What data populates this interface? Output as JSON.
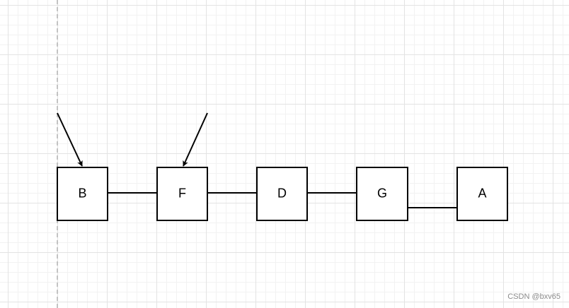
{
  "nodes": [
    {
      "id": "B",
      "label": "B"
    },
    {
      "id": "F",
      "label": "F"
    },
    {
      "id": "D",
      "label": "D"
    },
    {
      "id": "G",
      "label": "G"
    },
    {
      "id": "A",
      "label": "A"
    }
  ],
  "edges": [
    {
      "from": "B",
      "to": "F"
    },
    {
      "from": "F",
      "to": "D"
    },
    {
      "from": "D",
      "to": "G"
    },
    {
      "from": "G",
      "to": "A"
    }
  ],
  "pointers": [
    {
      "target": "B"
    },
    {
      "target": "F"
    }
  ],
  "watermark": "CSDN @bxv65"
}
